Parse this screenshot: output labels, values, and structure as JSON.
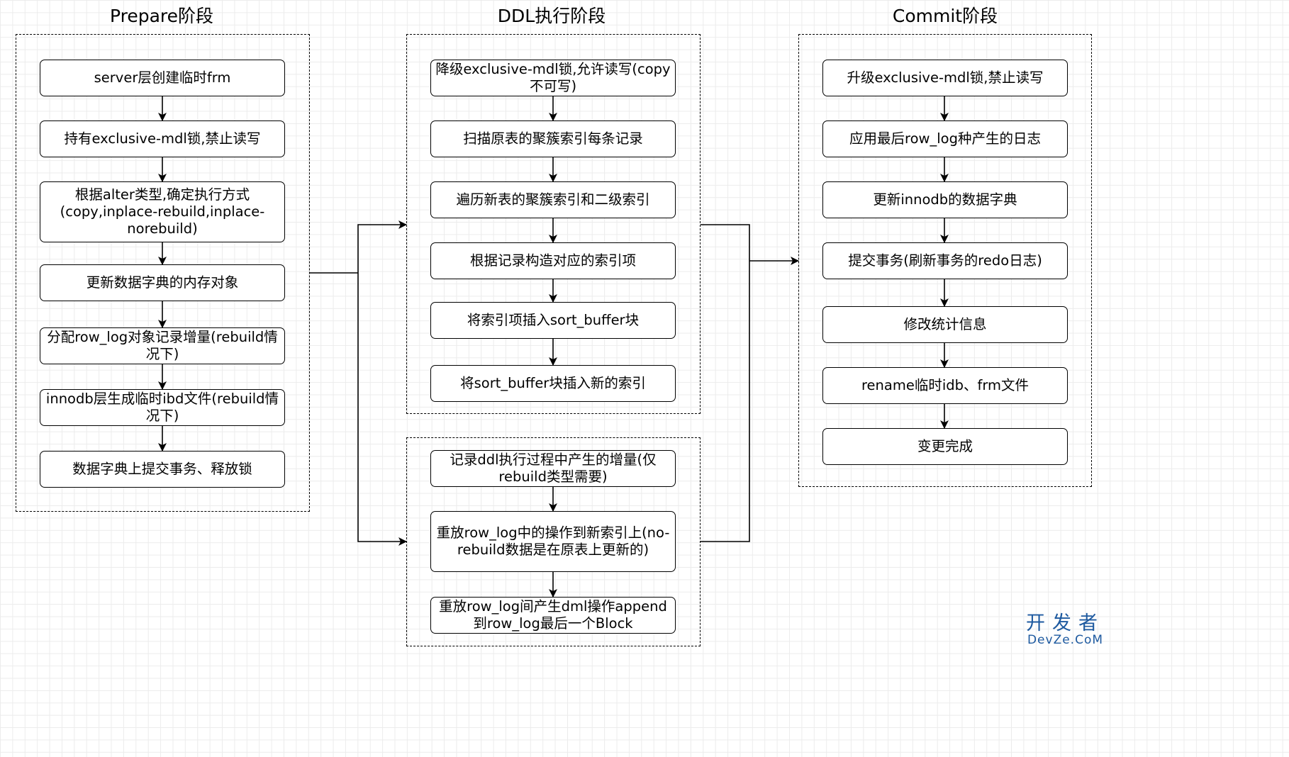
{
  "phases": {
    "prepare": {
      "title": "Prepare阶段",
      "steps": [
        "server层创建临时frm",
        "持有exclusive-mdl锁,禁止读写",
        "根据alter类型,确定执行方式(copy,inplace-rebuild,inplace-norebuild)",
        "更新数据字典的内存对象",
        "分配row_log对象记录增量(rebuild情况下)",
        "innodb层生成临时ibd文件(rebuild情况下)",
        "数据字典上提交事务、释放锁"
      ]
    },
    "ddl": {
      "title": "DDL执行阶段",
      "steps_top": [
        "降级exclusive-mdl锁,允许读写(copy不可写)",
        "扫描原表的聚簇索引每条记录",
        "遍历新表的聚簇索引和二级索引",
        "根据记录构造对应的索引项",
        "将索引项插入sort_buffer块",
        "将sort_buffer块插入新的索引"
      ],
      "steps_bottom": [
        "记录ddl执行过程中产生的增量(仅rebuild类型需要)",
        "重放row_log中的操作到新索引上(no-rebuild数据是在原表上更新的)",
        "重放row_log间产生dml操作append到row_log最后一个Block"
      ]
    },
    "commit": {
      "title": "Commit阶段",
      "steps": [
        "升级exclusive-mdl锁,禁止读写",
        "应用最后row_log种产生的日志",
        "更新innodb的数据字典",
        "提交事务(刷新事务的redo日志)",
        "修改统计信息",
        "rename临时idb、frm文件",
        "变更完成"
      ]
    }
  },
  "watermark": {
    "cn": "开发者",
    "en": "DevZe.CoM",
    "color": "#1e5aa0"
  }
}
